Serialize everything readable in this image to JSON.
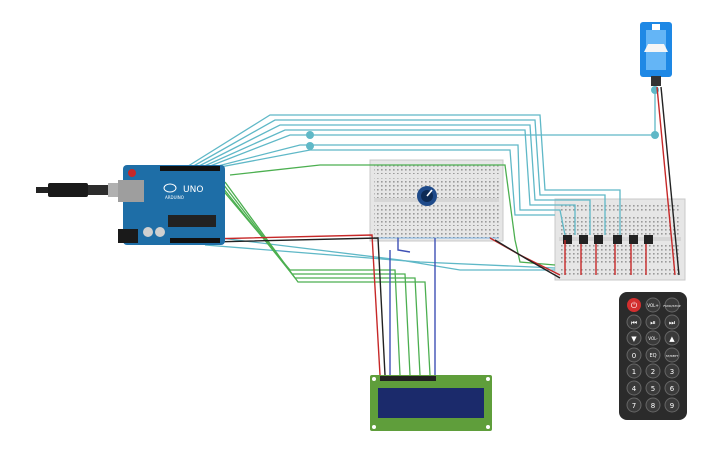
{
  "arduino": {
    "brand": "UNO",
    "maker": "ARDUINO"
  },
  "remote": {
    "buttons": {
      "power": "⏻",
      "vol_plus": "VOL+",
      "func_stop": "FUNC/STOP",
      "rewind": "⏮",
      "play_pause": "⏯",
      "fast_forward": "⏭",
      "down": "▼",
      "vol_minus": "VOL-",
      "up": "▲",
      "zero": "0",
      "eq": "EQ",
      "st_rept": "ST/REPT",
      "one": "1",
      "two": "2",
      "three": "3",
      "four": "4",
      "five": "5",
      "six": "6",
      "seven": "7",
      "eight": "8",
      "nine": "9"
    }
  },
  "colors": {
    "wire_teal": "#5fb8c7",
    "wire_green": "#4caf50",
    "wire_red": "#c62828",
    "wire_black": "#222222",
    "wire_blue": "#3f51b5",
    "arduino_blue": "#1e6ea7",
    "lcd_green": "#5f9e3b",
    "lcd_screen": "#1b2a6b",
    "breadboard": "#e6e6e6",
    "remote_body": "#2b2b2b",
    "servo_blue": "#1e88e5"
  }
}
